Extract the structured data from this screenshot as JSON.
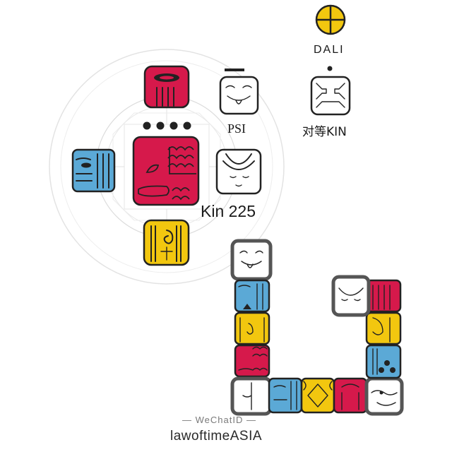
{
  "kin": {
    "number_label": "Kin 225",
    "tone_dots": 4,
    "colors": {
      "red": "#d6194b",
      "blue": "#5ba9d6",
      "yellow": "#f2c70f",
      "white": "#ffffff",
      "dark": "#222222"
    }
  },
  "oracle": {
    "analog": "yellow-seed-icon",
    "antipode": "blue-storm-icon",
    "guide": "white-wind-icon",
    "destiny": "red-skywalker-icon",
    "occult": "red-serpent-icon"
  },
  "psi": {
    "label": "PSI",
    "glyph": "white-dog-icon"
  },
  "equivalent": {
    "label": "对等KIN",
    "glyph": "white-mirror-icon"
  },
  "plasma": {
    "label": "DALI",
    "glyph": "yellow-cross-circle-icon"
  },
  "footer": {
    "wechat_label": "— WeChatID —",
    "handle": "lawoftimeASIA"
  }
}
